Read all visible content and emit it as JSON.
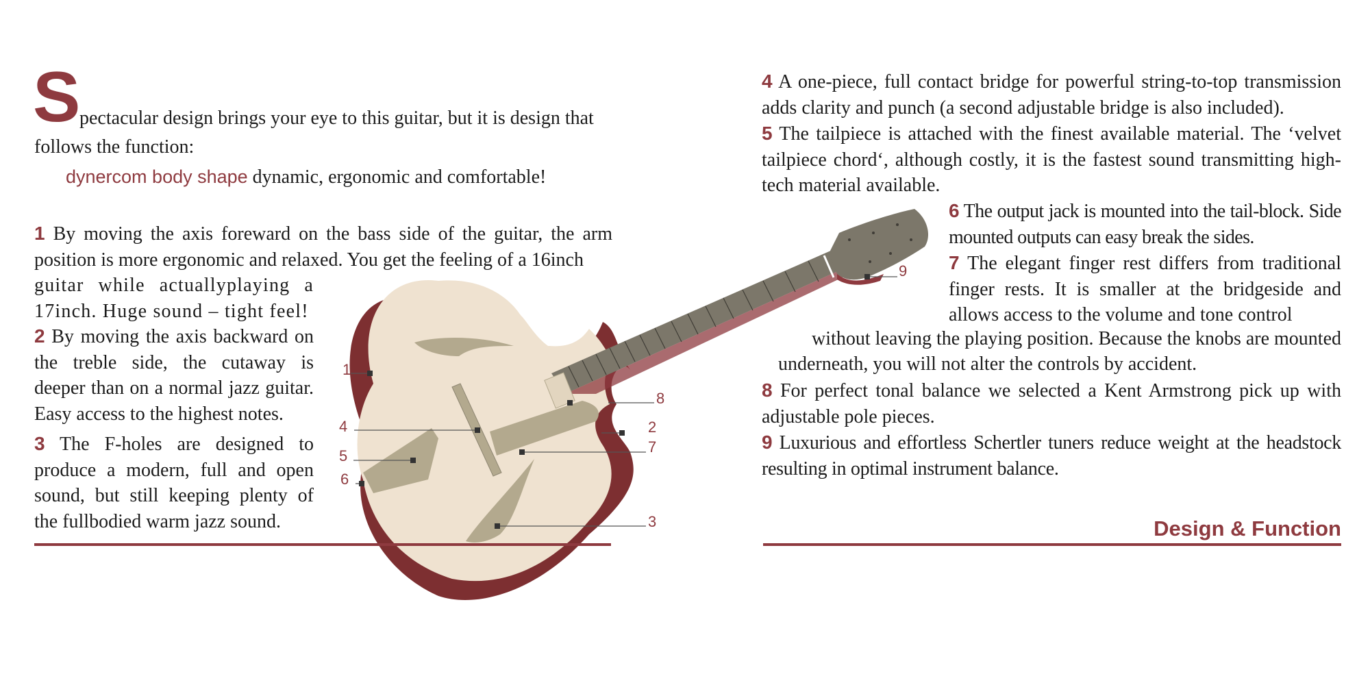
{
  "intro": {
    "dropcap": "S",
    "first_line": "pectacular design brings your eye to this guitar, but it is design that",
    "second_line": "follows the function:",
    "sub_red": "dynercom body shape",
    "sub_text": " dynamic, ergonomic and comfortable!"
  },
  "items": [
    {
      "num": "1",
      "text_a": " By moving the axis foreward on the bass side of the guitar, the arm position is more ergonomic and relaxed. You get the feeling of a 16inch",
      "text_b": "guitar while actuallyplaying a 17inch. Huge sound – tight feel!"
    },
    {
      "num": "2",
      "text": " By moving the axis backward on the treble side, the cutaway is deeper than on a normal jazz guitar. Easy access to the highest notes."
    },
    {
      "num": "3",
      "text": " The F-holes are designed to produce a modern, full and open sound, but still keeping plenty of the fullbodied warm jazz sound."
    },
    {
      "num": "4",
      "text": " A one-piece, full contact bridge for powerful string-to-top transmission adds clarity and punch (a second adjustable bridge is also included)."
    },
    {
      "num": "5",
      "text": " The tailpiece is attached with the finest available material. The ‘velvet tailpiece chord‘, although costly, it is the fastest sound transmitting high-tech material available."
    },
    {
      "num": "6",
      "text": " The output jack is mounted into the tail-block. Side mounted outputs can easy break the sides."
    },
    {
      "num": "7",
      "text_a": " The elegant finger rest differs from traditional finger rests. It is smaller at the bridgeside and allows access to the volume and tone control",
      "text_b": "without leaving the playing position. Because the knobs are mounted",
      "text_c": "underneath, you will not alter the controls by accident."
    },
    {
      "num": "8",
      "text": " For perfect tonal balance we selected a Kent Armstrong pick up with adjustable pole pieces."
    },
    {
      "num": "9",
      "text": " Luxurious and effortless Schertler tuners reduce weight at the headstock resulting in optimal instrument balance."
    }
  ],
  "diagram_labels": [
    "1",
    "2",
    "3",
    "4",
    "5",
    "6",
    "7",
    "8",
    "9"
  ],
  "headline": "Design & Function",
  "colors": {
    "accent": "#8e3a3f",
    "body": "#efe2d0",
    "fret": "#7c776a",
    "pickguard": "#b3a98e"
  }
}
